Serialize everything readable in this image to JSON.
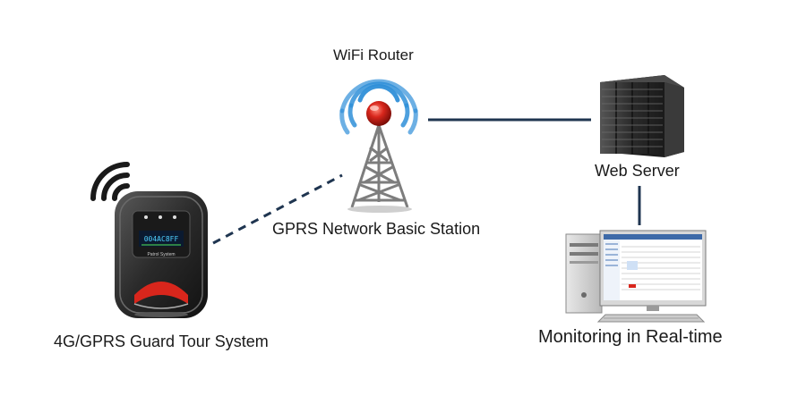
{
  "labels": {
    "router": "WiFi Router",
    "station": "GPRS Network Basic Station",
    "server": "Web Server",
    "device": "4G/GPRS Guard Tour System",
    "monitor": "Monitoring in Real-time"
  },
  "device": {
    "screen_id": "004AC8FF",
    "brand": "Patrol System"
  },
  "connections": [
    {
      "from": "device",
      "to": "station",
      "style": "dashed"
    },
    {
      "from": "router",
      "to": "server",
      "style": "solid"
    },
    {
      "from": "server",
      "to": "monitor",
      "style": "solid"
    }
  ],
  "colors": {
    "line": "#1f3550",
    "wave": "#2f8fd8",
    "tower": "#8a8a8a",
    "beacon": "#d8261c",
    "device_body": "#2c2c2c",
    "device_accent": "#d8261c",
    "server": "#2a2a2a"
  },
  "icons": [
    "tower-icon",
    "server-rack-icon",
    "guard-tour-device-icon",
    "computer-monitor-icon",
    "signal-waves-icon"
  ]
}
